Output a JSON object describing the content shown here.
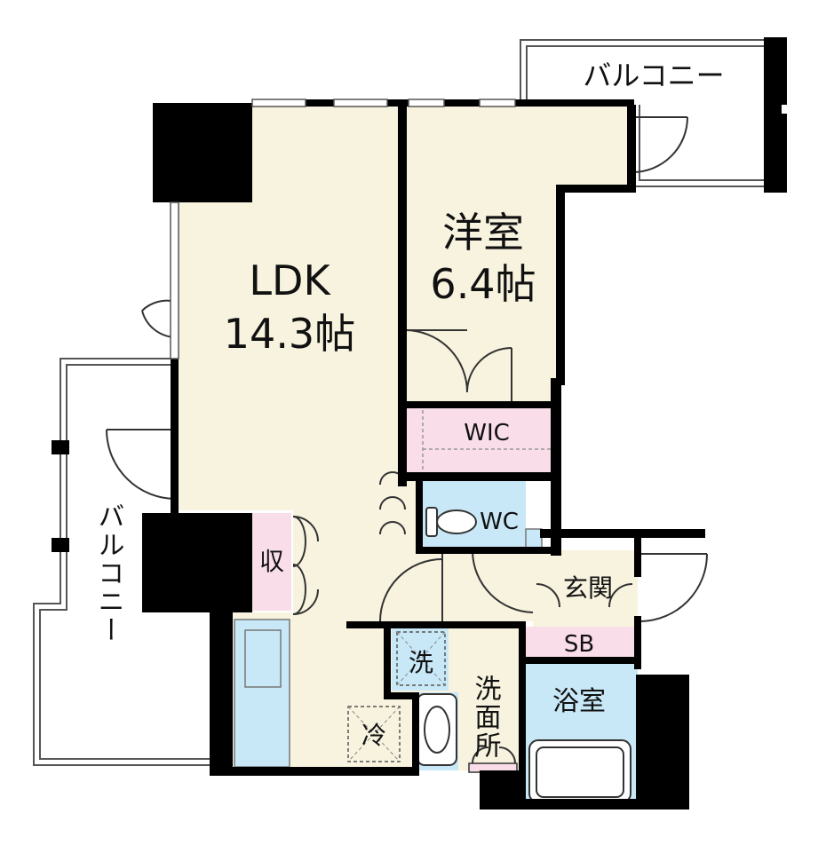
{
  "rooms": {
    "ldk": {
      "name": "LDK",
      "size": "14.3帖"
    },
    "western": {
      "name": "洋室",
      "size": "6.4帖"
    },
    "wic": {
      "name": "WIC"
    },
    "wc": {
      "name": "WC"
    },
    "entrance": {
      "name": "玄関"
    },
    "shoebox": {
      "name": "SB"
    },
    "bath": {
      "name": "浴室"
    },
    "washroom": {
      "name": "洗面所"
    },
    "storage": {
      "name": "収"
    },
    "washer": {
      "name": "洗"
    },
    "fridge": {
      "name": "冷"
    }
  },
  "balconies": {
    "north": {
      "name": "バルコニー"
    },
    "west": {
      "name": "バルコニー"
    }
  },
  "colors": {
    "floor": "#f8f3df",
    "wet": "#c8e8f7",
    "closet": "#f9dde8",
    "wall": "#000000"
  }
}
